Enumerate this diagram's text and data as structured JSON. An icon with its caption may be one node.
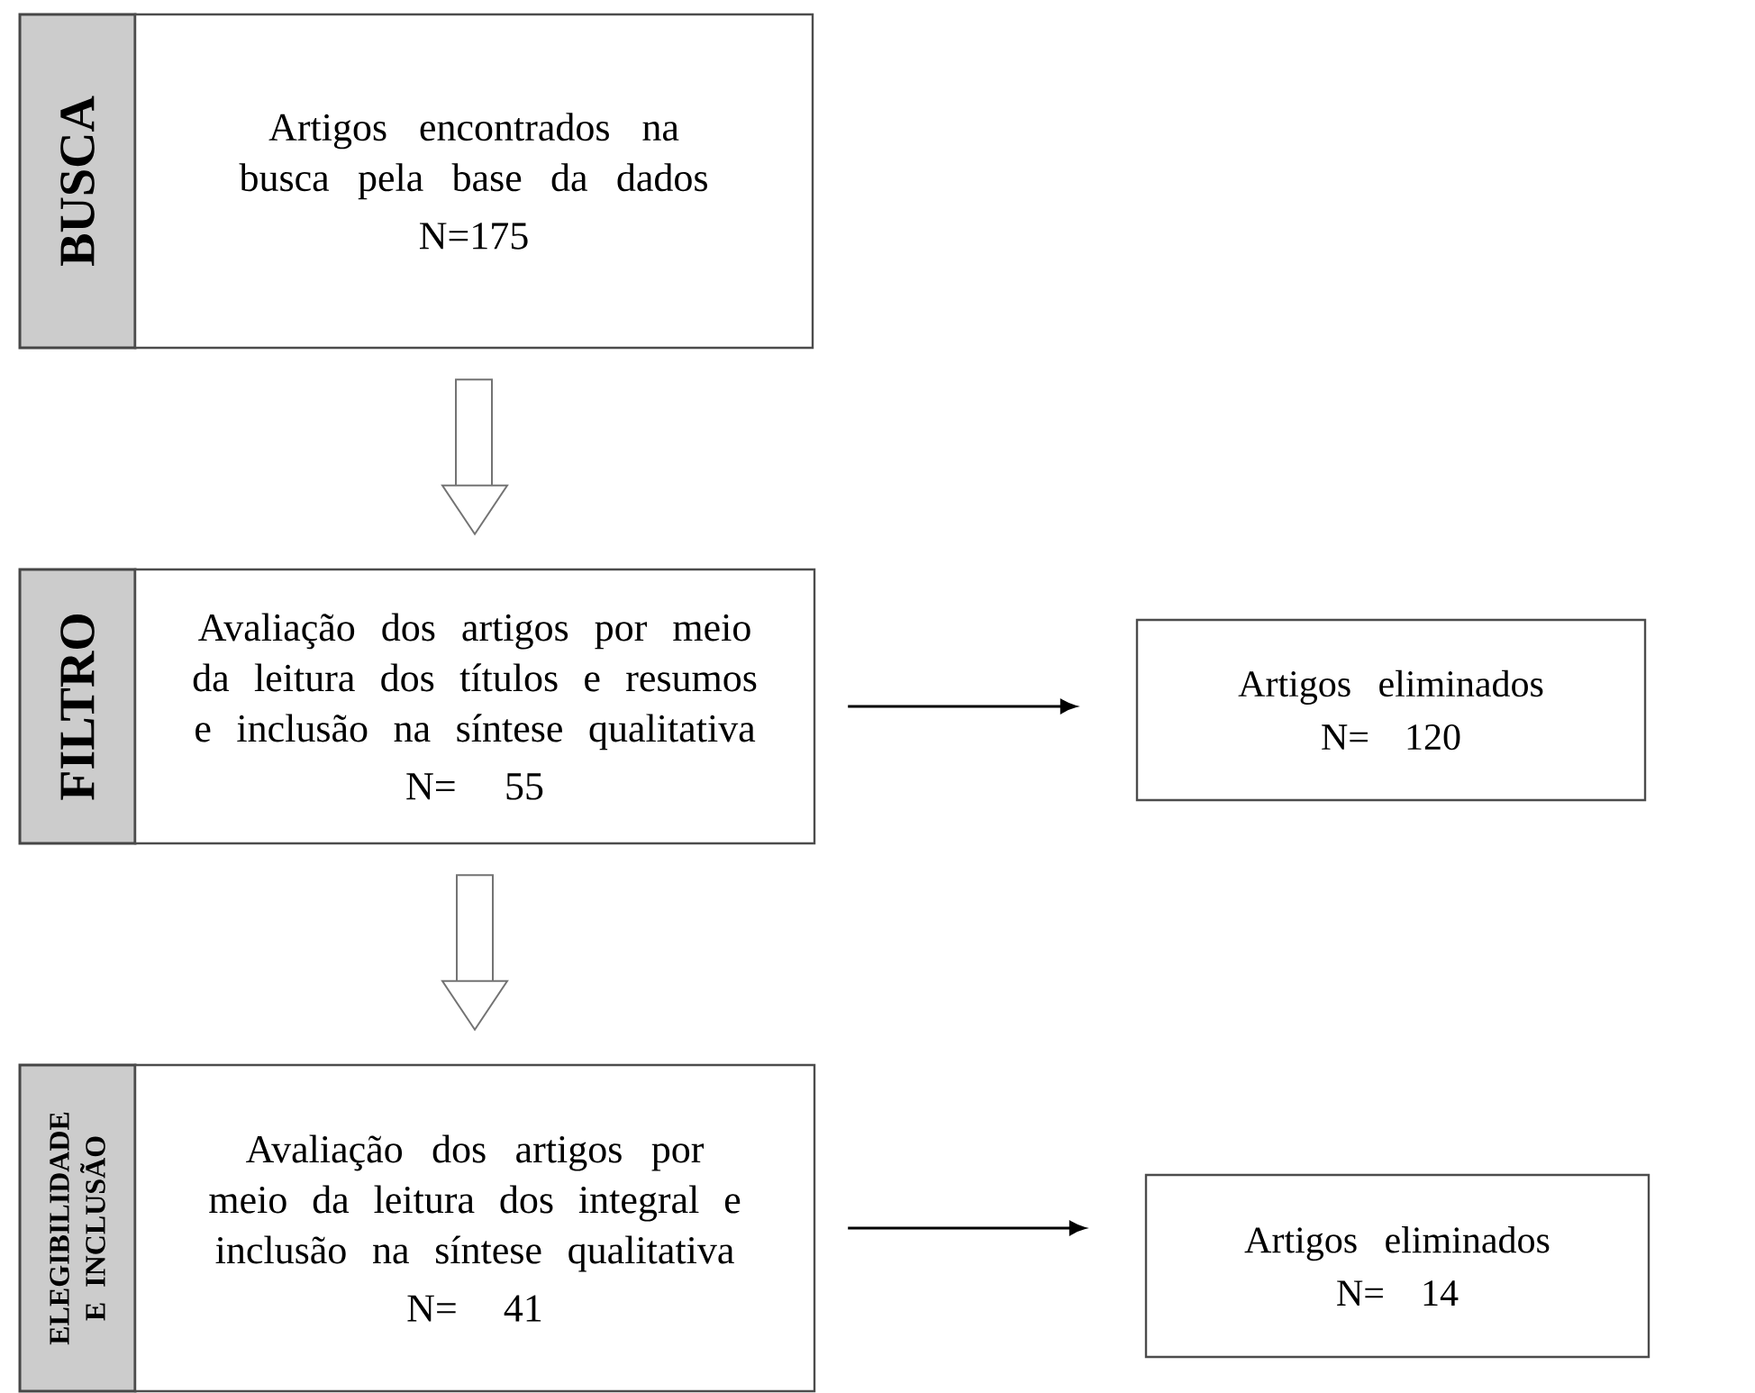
{
  "diagram": {
    "nodes": [
      {
        "text": [
          "BUSCA"
        ]
      },
      {
        "text": [
          "Artigos encontrados na busca pela base da dados",
          "N=175"
        ]
      },
      {
        "text": [
          "FILTRO"
        ]
      },
      {
        "text": [
          "Avaliação dos artigos por meio da leitura dos títulos e resumos e inclusão na síntese qualitativa",
          "N= 55"
        ]
      },
      {
        "text": [
          "Artigos eliminados",
          "N= 120"
        ]
      },
      {
        "text": [
          "ELEGIBILIDADE E INCLUSÃO"
        ]
      },
      {
        "text": [
          "Avaliação dos artigos por meio da leitura dos integral e inclusão na síntese qualitativa",
          "N= 41"
        ]
      },
      {
        "text": [
          "Artigos eliminados",
          "N= 14"
        ]
      }
    ],
    "edges": [
      {
        "from": 1,
        "to": 3,
        "arrow": "to"
      },
      {
        "from": 3,
        "to": 4,
        "arrow": "to"
      },
      {
        "from": 3,
        "to": 6,
        "arrow": "to"
      },
      {
        "from": 6,
        "to": 7,
        "arrow": "to"
      }
    ]
  }
}
